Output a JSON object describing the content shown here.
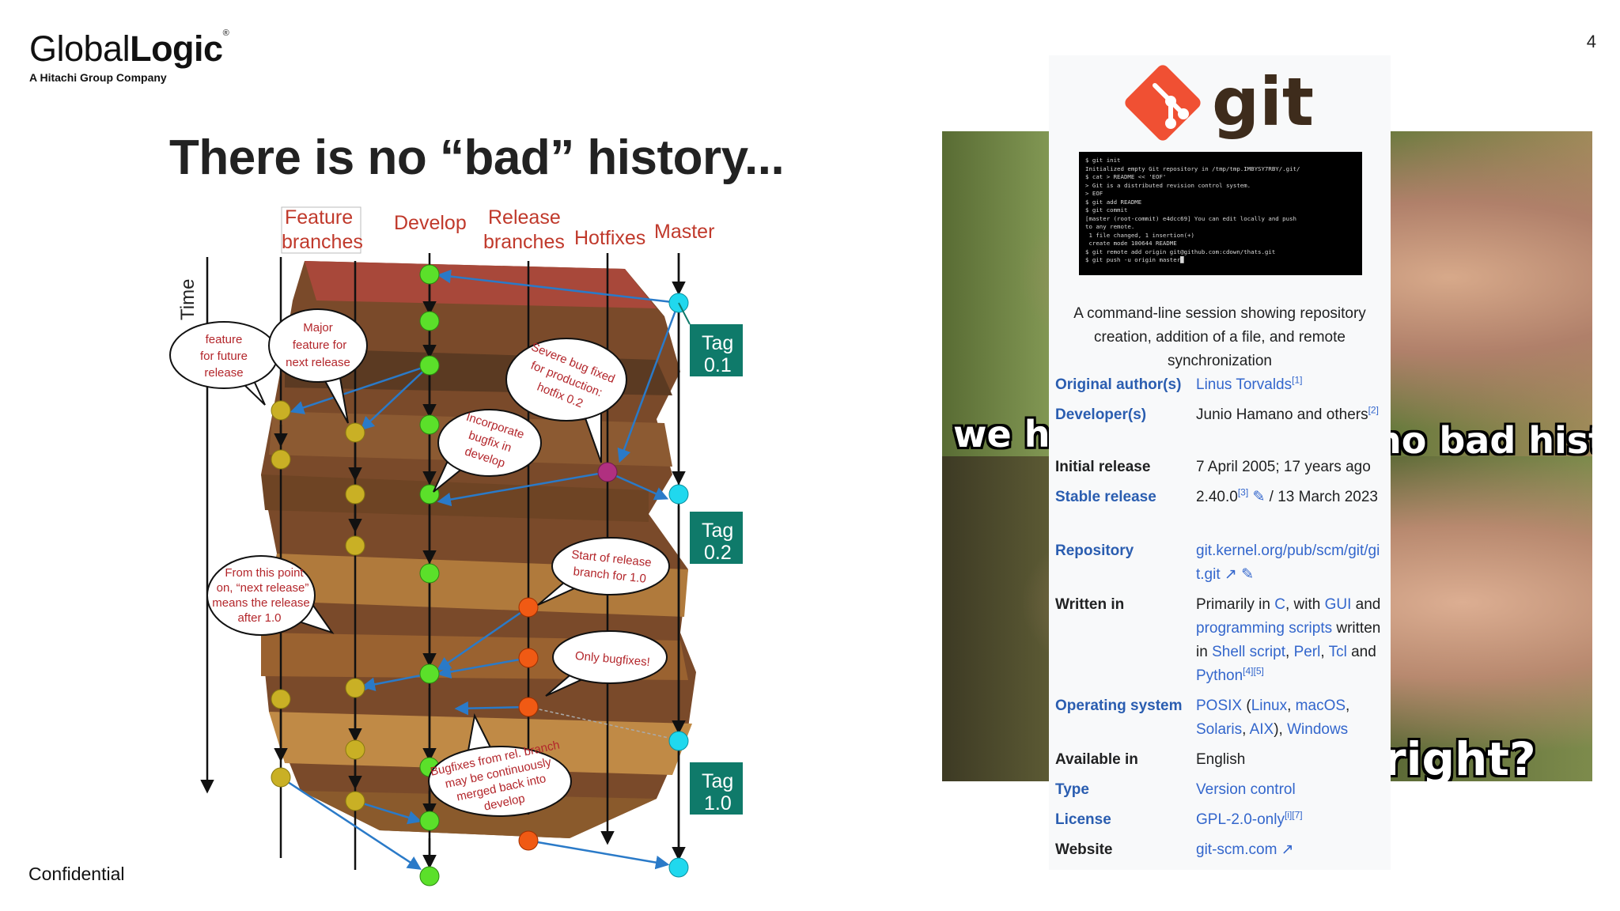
{
  "header": {
    "logo_light": "Global",
    "logo_bold": "Logic",
    "logo_mark": "®",
    "logo_subtitle": "A Hitachi Group Company",
    "page_number": "4"
  },
  "slide": {
    "title": "There is no “bad” history...",
    "footer": "Confidential"
  },
  "diagram": {
    "axis_label": "Time",
    "columns": {
      "feature_1": "Feature",
      "feature_2": "branches",
      "develop": "Develop",
      "release_1": "Release",
      "release_2": "branches",
      "hotfixes": "Hotfixes",
      "master": "Master"
    },
    "tags": [
      "Tag",
      "0.1",
      "Tag",
      "0.2",
      "Tag",
      "1.0"
    ],
    "bubbles": {
      "feature_future": [
        "feature",
        "for future",
        "release"
      ],
      "major_feature": [
        "Major",
        "feature for",
        "next release"
      ],
      "severe_bug": [
        "Severe bug fixed",
        "for production:",
        "hotfix 0.2"
      ],
      "incorporate": [
        "Incorporate",
        "bugfix in",
        "develop"
      ],
      "from_this_point": [
        "From this point",
        "on, “next release”",
        "means the release",
        "after 1.0"
      ],
      "start_release": [
        "Start of release",
        "branch for 1.0"
      ],
      "only_bugfixes": [
        "Only bugfixes!"
      ],
      "bugfixes_merged": [
        "Bugfixes from rel. branch",
        "may be continuously",
        "merged back into",
        "develop"
      ]
    },
    "colors": {
      "feature": "#c9b025",
      "develop": "#5be02a",
      "release": "#f05a14",
      "hotfix": "#b03080",
      "master": "#20d8ee",
      "tag": "#0f7a6a",
      "arrow": "#2a7ac8"
    }
  },
  "meme": {
    "text_left": "we hav",
    "text_right": "no bad history!",
    "text_bottom": "right?"
  },
  "wiki": {
    "logo_word": "git",
    "terminal": [
      "$ git init",
      "Initialized empty Git repository in /tmp/tmp.IMBYSY7RBY/.git/",
      "$ cat > README << 'EOF'",
      "> Git is a distributed revision control system.",
      "> EOF",
      "$ git add README",
      "$ git commit",
      "[master (root-commit) e4dcc69] You can edit locally and push",
      "to any remote.",
      " 1 file changed, 1 insertion(+)",
      " create mode 100644 README",
      "$ git remote add origin git@github.com:cdown/thats.git",
      "$ git push -u origin master"
    ],
    "caption": "A command-line session showing repository creation, addition of a file, and remote synchronization",
    "rows": {
      "original_author": {
        "label": "Original author(s)",
        "value": "Linus Torvalds",
        "ref": "[1]"
      },
      "developer": {
        "label": "Developer(s)",
        "value": "Junio Hamano and others",
        "ref": "[2]"
      },
      "initial_release": {
        "label": "Initial release",
        "value": "7 April 2005; 17 years ago"
      },
      "stable_release": {
        "label": "Stable release",
        "value_a": "2.40.0",
        "ref": "[3]",
        "value_b": "/ 13 March 2023"
      },
      "repository": {
        "label": "Repository",
        "value": "git.kernel.org/pub/scm/git/git.git"
      },
      "written_in": {
        "label": "Written in",
        "t1": "Primarily in ",
        "c": "C",
        "t2": ", with ",
        "gui": "GUI",
        "t3": " and ",
        "prog": "programming scripts",
        "t4": " written in ",
        "shell": "Shell script",
        "t5": ", ",
        "perl": "Perl",
        "t6": ", ",
        "tcl": "Tcl",
        "t7": " and ",
        "python": "Python",
        "refs": "[4][5]"
      },
      "operating_system": {
        "label": "Operating system",
        "posix": "POSIX",
        "t1": " (",
        "linux": "Linux",
        "t2": ", ",
        "macos": "macOS",
        "t3": ", ",
        "solaris": "Solaris",
        "t4": ", ",
        "aix": "AIX",
        "t5": "), ",
        "windows": "Windows"
      },
      "available_in": {
        "label": "Available in",
        "value": "English"
      },
      "type": {
        "label": "Type",
        "value": "Version control"
      },
      "license": {
        "label": "License",
        "value": "GPL-2.0-only",
        "ref": "[i][7]"
      },
      "website": {
        "label": "Website",
        "value": "git-scm.com"
      }
    }
  }
}
